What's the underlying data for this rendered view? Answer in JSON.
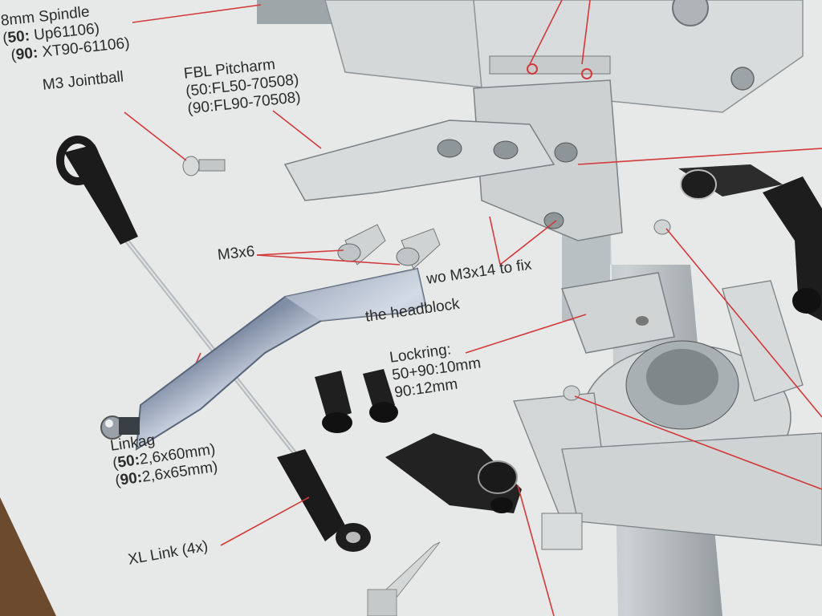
{
  "labels": {
    "spindle": {
      "title": "8mm Spindle",
      "l50_prefix": "50:",
      "l50_code": " Up61106)",
      "l90_prefix": "90:",
      "l90_code": " XT90-61106)"
    },
    "jointball": "M3 Jointball",
    "pitcharm": {
      "title": "FBL Pitcharm",
      "l50": "(50:FL50-70508)",
      "l90": "(90:FL90-70508)"
    },
    "m3x6": "M3x6",
    "m3x14": {
      "line1": "wo M3x14 to fix",
      "line2": "the headblock"
    },
    "lockring": {
      "line1": "Lockring:",
      "line2": "50+90:10mm",
      "line3": "90:12mm"
    },
    "linkage": {
      "line1": "Linkag",
      "l50_prefix": "50:",
      "l50_size": "2,6x60mm)",
      "l90_prefix": "90:",
      "l90_size": "2,6x65mm)"
    },
    "xl_link": "XL Link (4x)"
  },
  "colors": {
    "paper": "#e9ebea",
    "wood": "#6b4a2e",
    "leader_line": "#d23a3a",
    "part_fill": "#cfd3d3",
    "part_dark": "#1a1a1a",
    "metal": "#aab7c8"
  }
}
